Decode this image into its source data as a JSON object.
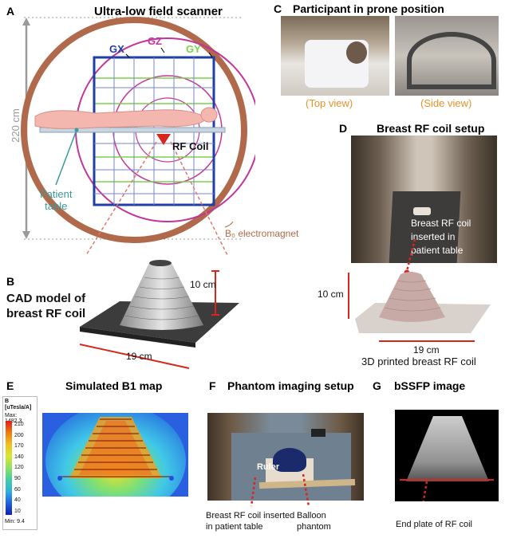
{
  "panelA": {
    "letter": "A",
    "title": "Ultra-low field scanner",
    "gx": "GX",
    "gz": "GZ",
    "gy": "GY",
    "dimension": "220 cm",
    "rf_coil": "RF Coil",
    "patient_table": "Patient\ntable",
    "b0_label": "B₀ electromagnet",
    "colors": {
      "gx": "#1f3fa8",
      "gz": "#c2359c",
      "gy": "#7bd24a",
      "ring": "#b06a4b",
      "dim": "#9a9a9a"
    }
  },
  "panelB": {
    "letter": "B",
    "title": "CAD model of\nbreast RF coil",
    "height": "10 cm",
    "width": "19 cm"
  },
  "panelC": {
    "letter": "C",
    "title": "Participant in prone position",
    "top_view": "(Top view)",
    "side_view": "(Side view)"
  },
  "panelD": {
    "letter": "D",
    "title": "Breast RF coil setup",
    "inserted": "Breast RF coil\ninserted in\npatient table",
    "height": "10 cm",
    "width": "19 cm",
    "caption": "3D printed breast RF coil"
  },
  "panelE": {
    "letter": "E",
    "title": "Simulated B1 map",
    "legend_title": "B\n[uTesla/A]",
    "legend_max": "Max: 1482.3",
    "legend_min": "Min: 9.4",
    "legend_ticks": [
      "210",
      "200",
      "170",
      "140",
      "120",
      "90",
      "60",
      "40",
      "10"
    ]
  },
  "panelF": {
    "letter": "F",
    "title": "Phantom imaging setup",
    "ruler": "Ruler",
    "left_caption": "Breast RF coil inserted\nin patient table",
    "right_caption": "Balloon\nphantom"
  },
  "panelG": {
    "letter": "G",
    "title": "bSSFP image",
    "caption": "End plate of RF coil"
  }
}
